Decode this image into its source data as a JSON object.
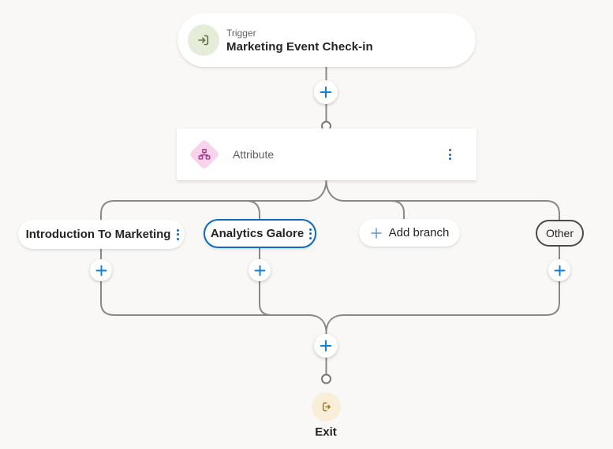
{
  "canvas": {
    "background": "#f9f8f6",
    "connector_color": "#8a8886",
    "accent_blue": "#1180d7",
    "selected_border_blue": "#0f6cbd"
  },
  "trigger": {
    "label": "Trigger",
    "title": "Marketing Event Check-in",
    "icon": "sign-in-icon",
    "icon_bg": "#e5edd9",
    "icon_color": "#5f7141"
  },
  "attribute": {
    "title": "Attribute",
    "icon": "org-chart-icon",
    "icon_bg": "#f8d4ec",
    "icon_color": "#ad3a8d"
  },
  "branches": [
    {
      "label": "Introduction To Marketing",
      "selected": false
    },
    {
      "label": "Analytics Galore",
      "selected": true
    }
  ],
  "add_branch": {
    "label": "Add branch"
  },
  "other_branch": {
    "label": "Other"
  },
  "exit": {
    "label": "Exit",
    "icon": "sign-out-icon",
    "icon_bg": "#f9eed7",
    "icon_color": "#9c7a2f"
  }
}
